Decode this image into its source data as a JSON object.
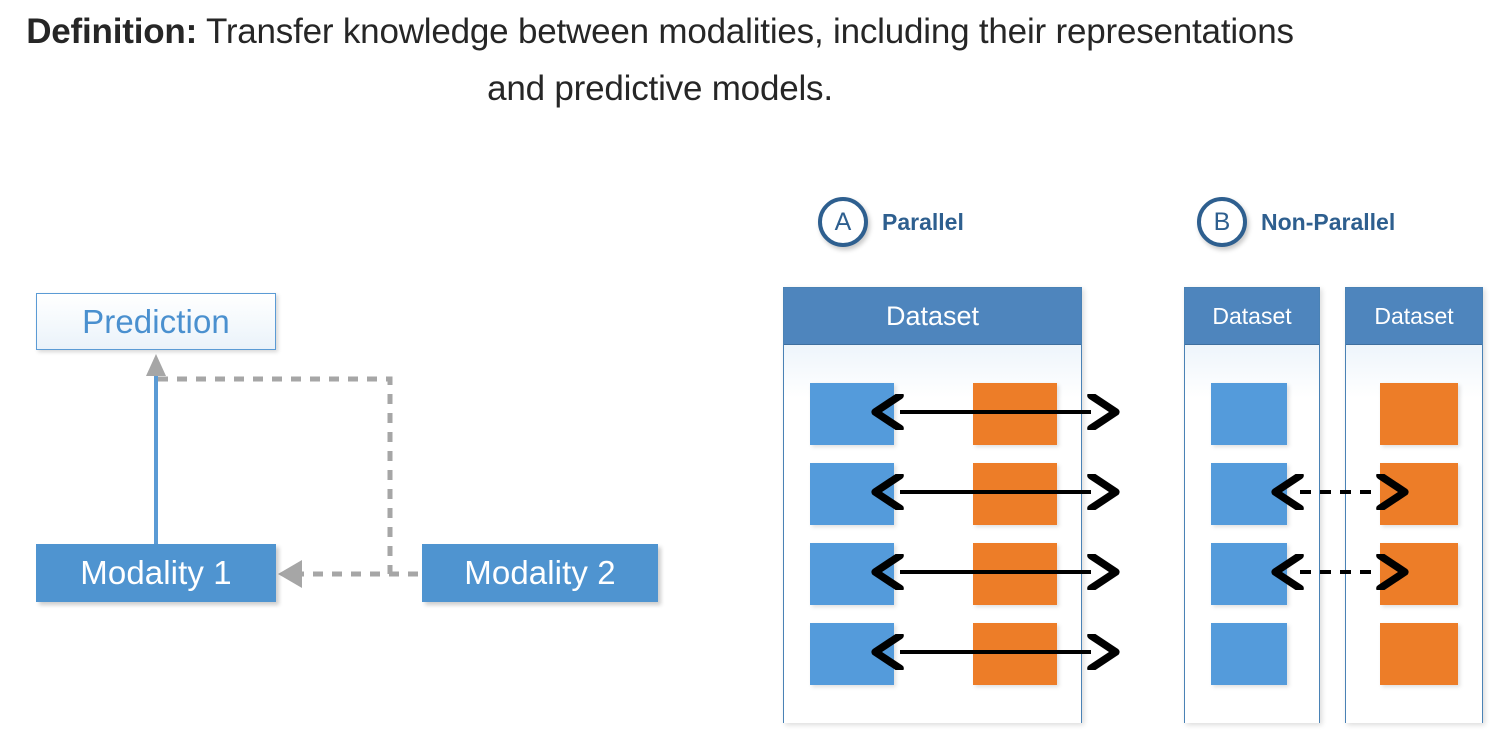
{
  "heading": {
    "lead": "Definition:",
    "rest": " Transfer knowledge between modalities, including their representations and predictive models."
  },
  "left_diagram": {
    "prediction_label": "Prediction",
    "modality1_label": "Modality 1",
    "modality2_label": "Modality 2",
    "edges": [
      {
        "name": "modality1-to-prediction",
        "style": "solid",
        "color": "#5b9bd5"
      },
      {
        "name": "modality2-to-prediction",
        "style": "dashed",
        "color": "#a6a6a6"
      },
      {
        "name": "modality2-to-modality1",
        "style": "dashed",
        "color": "#a6a6a6"
      }
    ]
  },
  "panels": [
    {
      "badge": "A",
      "label": "Parallel",
      "datasets": [
        {
          "title": "Dataset",
          "rows": 4,
          "left_items_color": "#549bdb",
          "right_items_color": "#ed7d28"
        }
      ],
      "connector_style": "solid",
      "connector_count": 4,
      "connector_rows": [
        1,
        2,
        3,
        4
      ]
    },
    {
      "badge": "B",
      "label": "Non-Parallel",
      "datasets": [
        {
          "title": "Dataset",
          "rows": 4,
          "items_color": "#549bdb"
        },
        {
          "title": "Dataset",
          "rows": 4,
          "items_color": "#ed7d28"
        }
      ],
      "connector_style": "dashed",
      "connector_count": 2,
      "connector_rows": [
        2,
        3
      ]
    }
  ],
  "colors": {
    "heading_text": "#262626",
    "node_blue": "#4f94d0",
    "panel_header_blue": "#4e85bd",
    "badge_blue": "#2e5f8f",
    "item_blue": "#549bdb",
    "item_orange": "#ed7d28",
    "dashed_gray": "#a6a6a6",
    "arrow_black": "#000000"
  }
}
